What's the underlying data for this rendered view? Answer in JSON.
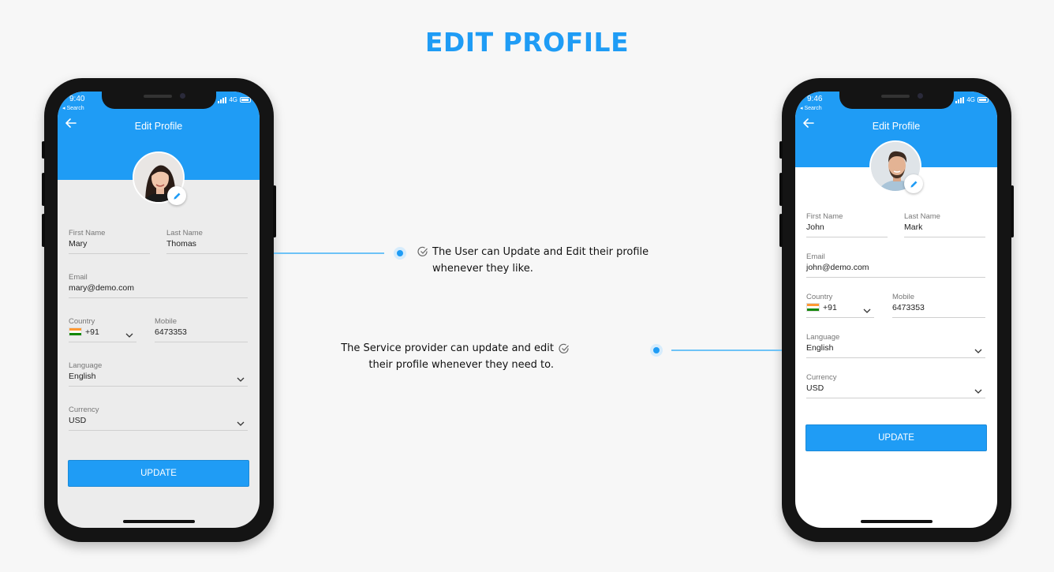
{
  "page": {
    "title": "EDIT PROFILE"
  },
  "annotations": {
    "user": {
      "line1": "The User can Update and Edit their profile",
      "line2": "whenever they like."
    },
    "provider": {
      "line1": "The Service provider can update and edit",
      "line2": "their profile whenever they need to."
    }
  },
  "phones": {
    "user": {
      "status": {
        "time": "9:40",
        "back_app": "◂ Search",
        "network": "4G"
      },
      "header_title": "Edit Profile",
      "fields": {
        "first_name": {
          "label": "First Name",
          "value": "Mary"
        },
        "last_name": {
          "label": "Last Name",
          "value": "Thomas"
        },
        "email": {
          "label": "Email",
          "value": "mary@demo.com"
        },
        "country": {
          "label": "Country",
          "value": "+91"
        },
        "mobile": {
          "label": "Mobile",
          "value": "6473353"
        },
        "language": {
          "label": "Language",
          "value": "English"
        },
        "currency": {
          "label": "Currency",
          "value": "USD"
        }
      },
      "update_label": "UPDATE"
    },
    "provider": {
      "status": {
        "time": "9:46",
        "back_app": "◂ Search",
        "network": "4G"
      },
      "header_title": "Edit Profile",
      "fields": {
        "first_name": {
          "label": "First Name",
          "value": "John"
        },
        "last_name": {
          "label": "Last Name",
          "value": "Mark"
        },
        "email": {
          "label": "Email",
          "value": "john@demo.com"
        },
        "country": {
          "label": "Country",
          "value": "+91"
        },
        "mobile": {
          "label": "Mobile",
          "value": "6473353"
        },
        "language": {
          "label": "Language",
          "value": "English"
        },
        "currency": {
          "label": "Currency",
          "value": "USD"
        }
      },
      "update_label": "UPDATE"
    }
  },
  "colors": {
    "brand": "#1f9cf5",
    "connector": "#6ec3f7"
  },
  "icons": [
    "back-arrow-icon",
    "pencil-edit-icon",
    "chevron-down-icon",
    "india-flag-icon",
    "check-circle-icon",
    "signal-icon",
    "battery-icon"
  ]
}
